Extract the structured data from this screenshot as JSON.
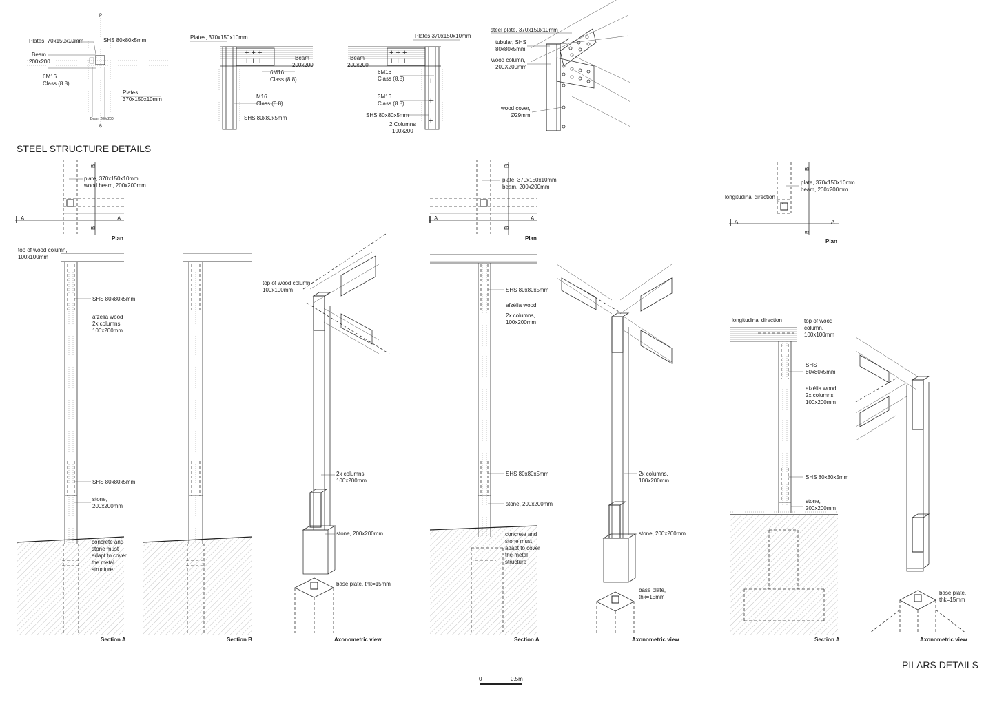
{
  "titles": {
    "steel": "STEEL STRUCTURE DETAILS",
    "pilars": "PILARS DETAILS"
  },
  "steel_detail_1": {
    "plates_small": "Plates, 70x150x10mm",
    "shs": "SHS 80x80x5mm",
    "beam": "Beam",
    "beam_size": "200x200",
    "bolts": "6M16",
    "bolts_class": "Class (8.8)",
    "plates": "Plates",
    "plates_size": "370x150x10mm",
    "beam_bottom": "Beam 200x200",
    "mark_p": "P",
    "mark_b": "B"
  },
  "steel_detail_2": {
    "plates": "Plates,  370x150x10mm",
    "beam": "Beam",
    "beam_size": "200x200",
    "bolts": "6M16",
    "bolts_class": "Class (8.8)",
    "m16": "M16",
    "m16_class": "Class (8.8)",
    "shs": "SHS 80x80x5mm"
  },
  "steel_detail_3": {
    "plates": "Plates 370x150x10mm",
    "beam": "Beam",
    "beam_size": "200x200",
    "bolts": "6M16",
    "bolts_class": "Class (8.8)",
    "bolts3": "3M16",
    "bolts3_class": "Class (8.8)",
    "shs": "SHS 80x80x5mm",
    "columns": "2 Columns",
    "columns_size": "100x200"
  },
  "steel_detail_4": {
    "steel_plate": "steel plate, 370x150x10mm",
    "tubular": "tubular, SHS",
    "tubular_size": "80x80x5mm",
    "wood_column": "wood column,",
    "wood_column_size": "200X200mm",
    "wood_cover": "wood cover,",
    "wood_cover_size": "Ø29mm"
  },
  "plans": [
    {
      "plate": "plate, 370x150x10mm",
      "beam": "wood beam, 200x200mm",
      "label": "Plan",
      "a": "A",
      "b": "B"
    },
    {
      "plate": "plate, 370x150x10mm",
      "beam": "beam, 200x200mm",
      "label": "Plan",
      "a": "A",
      "b": "B"
    },
    {
      "plate": "plate, 370x150x10mm",
      "beam": "beam, 200x200mm",
      "direction": "longitudinal direction",
      "label": "Plan",
      "a": "A",
      "b": "B"
    }
  ],
  "group1": {
    "top_wood": "top of wood column,",
    "top_wood_size": "100x100mm",
    "shs_top": "SHS 80x80x5mm",
    "afzelia": "afzélia wood",
    "columns": "2x columns,",
    "columns_size": "100x200mm",
    "shs_bottom": "SHS 80x80x5mm",
    "stone": "stone,",
    "stone_size": "200x200mm",
    "concrete_1": "concrete and",
    "concrete_2": "stone must",
    "concrete_3": "adapt to cover",
    "concrete_4": "the metal",
    "concrete_5": "structure",
    "section_a": "Section A",
    "section_b": "Section B",
    "axo_top_wood": "top of wood column,",
    "axo_top_wood_size": "100x100mm",
    "axo_columns": "2x columns,",
    "axo_columns_size": "100x200mm",
    "axo_stone": "stone, 200x200mm",
    "axo_base": "base plate, thk=15mm",
    "axo_label": "Axonometric view"
  },
  "group2": {
    "shs_top": "SHS 80x80x5mm",
    "afzelia": "afzélia wood",
    "columns": "2x columns,",
    "columns_size": "100x200mm",
    "shs_bottom": "SHS 80x80x5mm",
    "stone": "stone, 200x200mm",
    "concrete_1": "concrete and",
    "concrete_2": "stone must",
    "concrete_3": "adapt to cover",
    "concrete_4": "the metal",
    "concrete_5": "structure",
    "section_a": "Section A",
    "axo_columns": "2x columns,",
    "axo_columns_size": "100x200mm",
    "axo_stone": "stone, 200x200mm",
    "axo_base": "base plate,",
    "axo_base_size": "thk=15mm",
    "axo_label": "Axonometric view"
  },
  "group3": {
    "direction": "longitudinal direction",
    "top_wood": "top of wood",
    "top_wood_2": "column,",
    "top_wood_size": "100x100mm",
    "shs": "SHS",
    "shs_size": "80x80x5mm",
    "afzelia": "afzélia wood",
    "columns": "2x columns,",
    "columns_size": "100x200mm",
    "shs_bottom": "SHS 80x80x5mm",
    "stone": "stone,",
    "stone_size": "200x200mm",
    "section_a": "Section A",
    "axo_base": "base plate,",
    "axo_base_size": "thk=15mm",
    "axo_label": "Axonometric view"
  },
  "scale": {
    "zero": "0",
    "end": "0,5m"
  }
}
